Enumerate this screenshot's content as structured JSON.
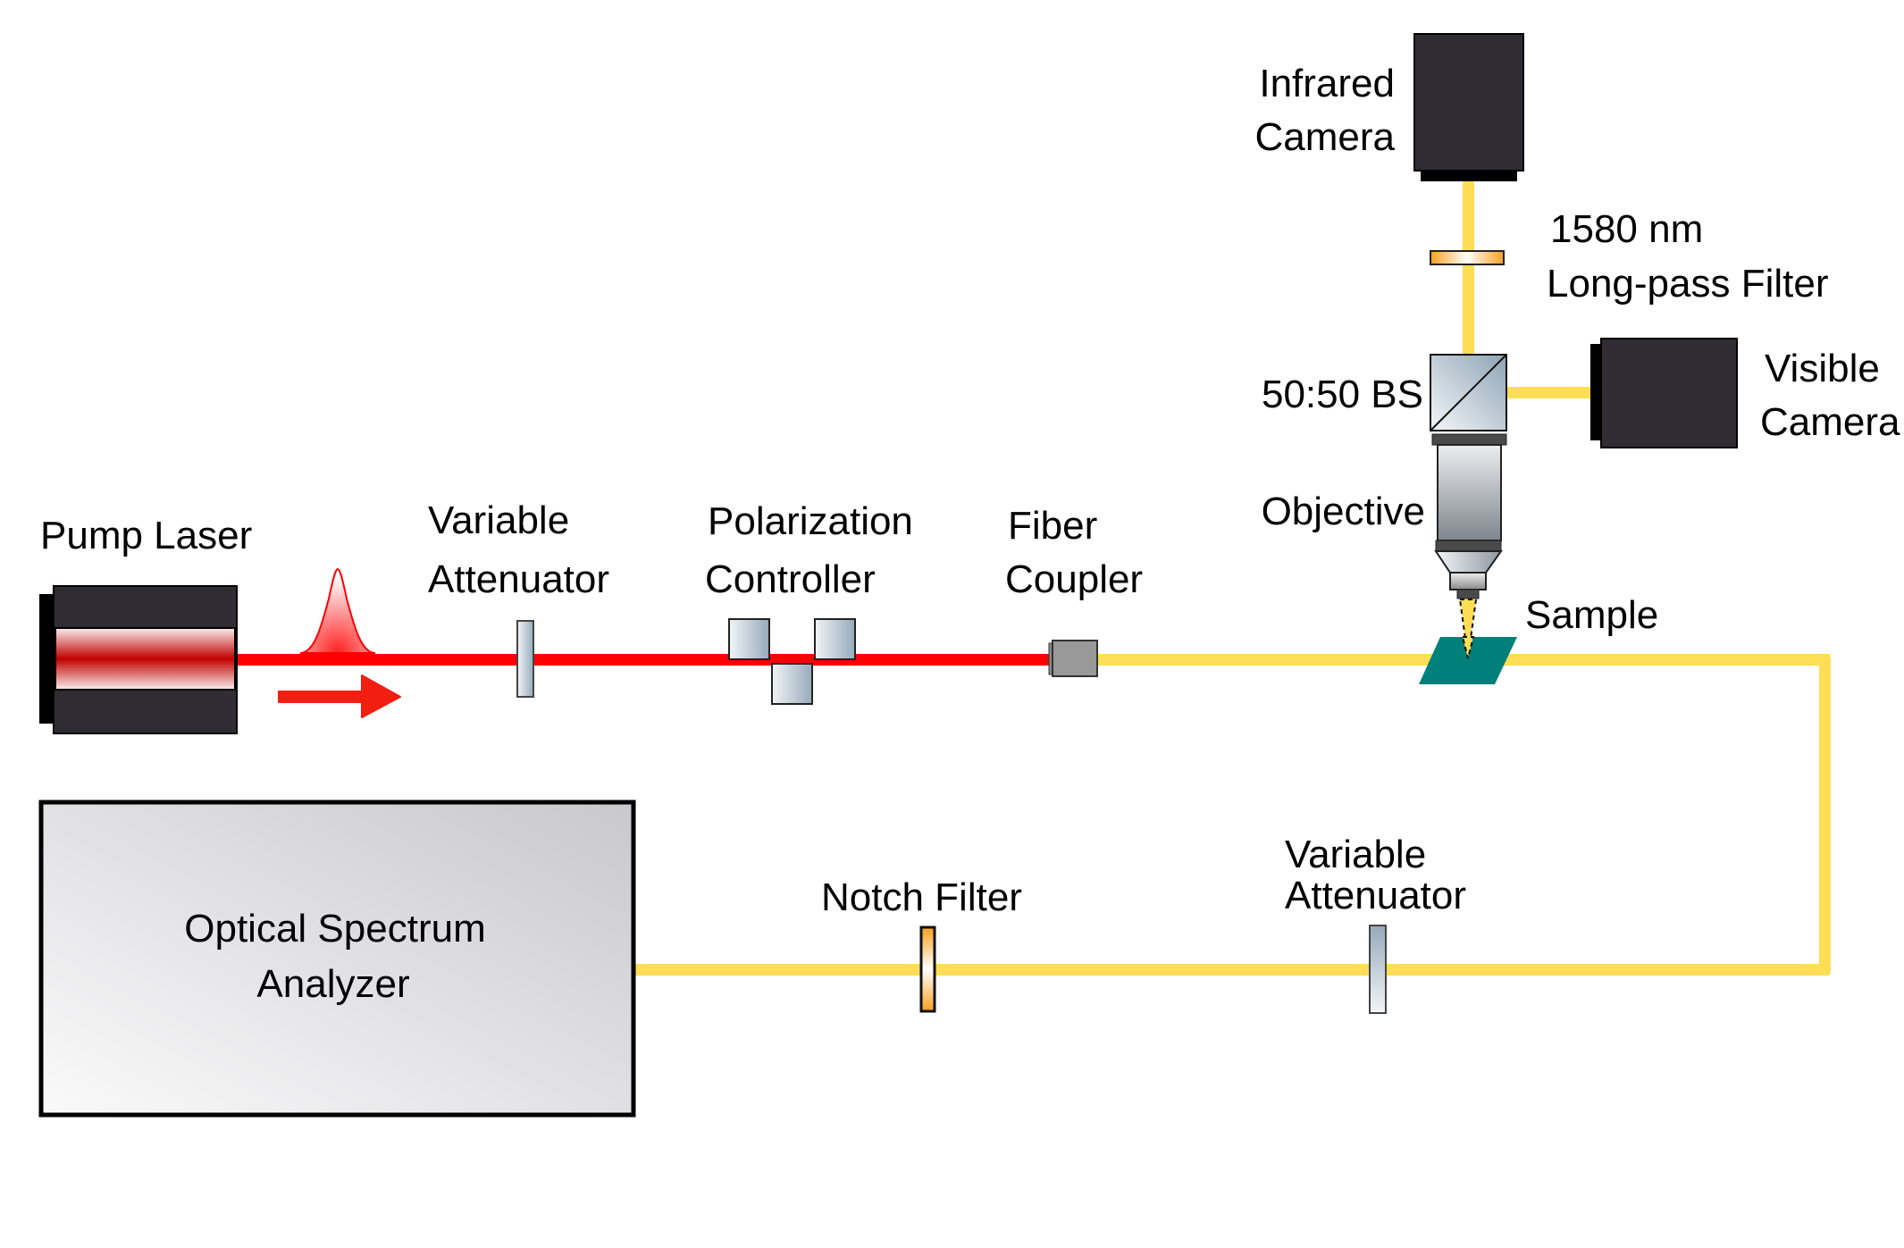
{
  "title": "Fiber-coupled pump-probe optical setup",
  "colors": {
    "pump_beam": "#ff0000",
    "fiber_beam": "#ffdd55",
    "camera_body": "#302c33",
    "sample": "#00807a",
    "optic_gray": "#a3b5c3",
    "filter_orange": "#f7a01f"
  },
  "labels": {
    "pump_laser": "Pump Laser",
    "var_att_top": [
      "Variable",
      "Attenuator"
    ],
    "pol_controller": [
      "Polarization",
      "Controller"
    ],
    "fiber_coupler": [
      "Fiber",
      "Coupler"
    ],
    "ir_camera": [
      "Infrared",
      "Camera"
    ],
    "lp_filter": [
      "1580 nm",
      "Long-pass Filter"
    ],
    "beam_splitter": "50:50 BS",
    "visible_camera": [
      "Visible",
      "Camera"
    ],
    "objective": "Objective",
    "sample": "Sample",
    "notch_filter": "Notch Filter",
    "var_att_bottom": [
      "Variable",
      "Attenuator"
    ],
    "osa": [
      "Optical Spectrum",
      "Analyzer"
    ]
  },
  "components": [
    {
      "id": "pump-laser",
      "icon": "laser-icon"
    },
    {
      "id": "pulse",
      "icon": "gaussian-pulse-icon"
    },
    {
      "id": "direction-arrow",
      "icon": "arrow-right-icon"
    },
    {
      "id": "variable-attenuator-1",
      "icon": "attenuator-plate-icon"
    },
    {
      "id": "polarization-controller",
      "icon": "paddle-icon"
    },
    {
      "id": "fiber-coupler",
      "icon": "coupler-icon"
    },
    {
      "id": "sample",
      "icon": "sample-icon"
    },
    {
      "id": "objective",
      "icon": "objective-icon"
    },
    {
      "id": "beam-splitter",
      "icon": "beamsplitter-cube-icon"
    },
    {
      "id": "long-pass-filter",
      "icon": "filter-icon"
    },
    {
      "id": "infrared-camera",
      "icon": "camera-icon"
    },
    {
      "id": "visible-camera",
      "icon": "camera-icon"
    },
    {
      "id": "variable-attenuator-2",
      "icon": "attenuator-plate-icon"
    },
    {
      "id": "notch-filter",
      "icon": "filter-icon"
    },
    {
      "id": "optical-spectrum-analyzer",
      "icon": "instrument-box-icon"
    }
  ]
}
